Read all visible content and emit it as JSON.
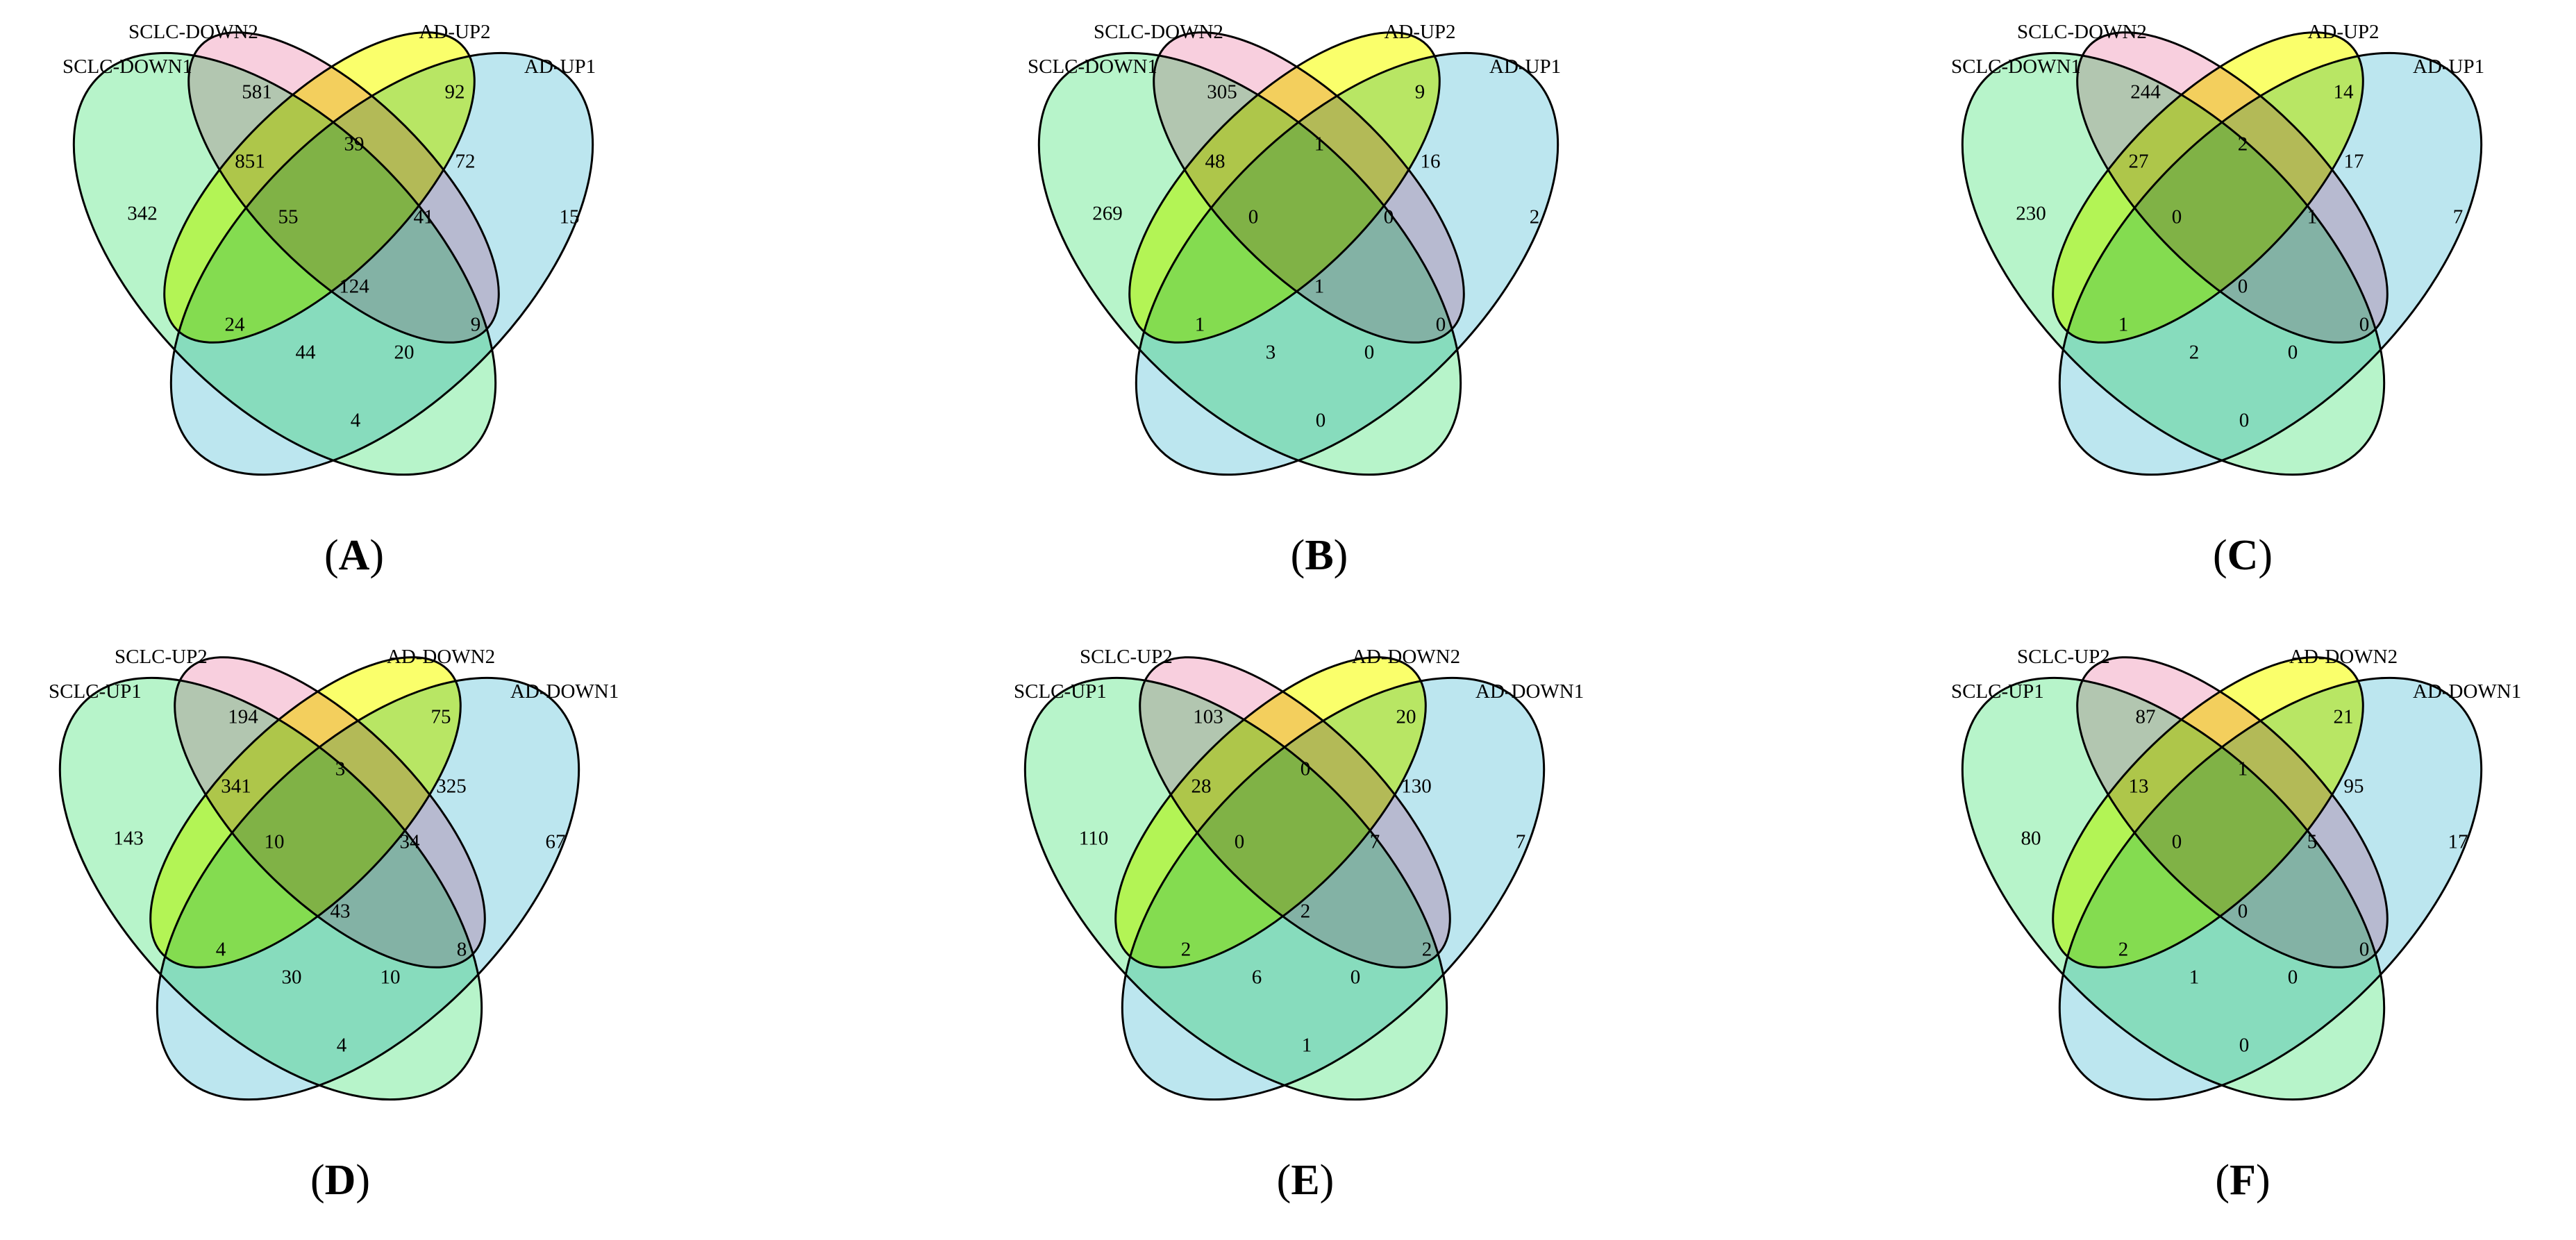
{
  "colors": {
    "set1": "#9ff0b8",
    "set2": "#f6bfd3",
    "set3": "#f8ff3a",
    "set4": "#a5dde9",
    "stroke": "#000000"
  },
  "panels": [
    {
      "label": "A",
      "sets": [
        "SCLC-DOWN1",
        "SCLC-DOWN2",
        "AD-UP2",
        "AD-UP1"
      ],
      "regions": {
        "r1": "342",
        "r2": "581",
        "r3": "92",
        "r4": "15",
        "r12": "851",
        "r23": "39",
        "r34": "72",
        "r123": "55",
        "r234": "41",
        "r1234": "124",
        "r13": "24",
        "r24": "9",
        "r134": "44",
        "r124": "20",
        "r14": "4"
      }
    },
    {
      "label": "B",
      "sets": [
        "SCLC-DOWN1",
        "SCLC-DOWN2",
        "AD-UP2",
        "AD-UP1"
      ],
      "regions": {
        "r1": "269",
        "r2": "305",
        "r3": "9",
        "r4": "2",
        "r12": "48",
        "r23": "1",
        "r34": "16",
        "r123": "0",
        "r234": "0",
        "r1234": "1",
        "r13": "1",
        "r24": "0",
        "r134": "3",
        "r124": "0",
        "r14": "0"
      }
    },
    {
      "label": "C",
      "sets": [
        "SCLC-DOWN1",
        "SCLC-DOWN2",
        "AD-UP2",
        "AD-UP1"
      ],
      "regions": {
        "r1": "230",
        "r2": "244",
        "r3": "14",
        "r4": "7",
        "r12": "27",
        "r23": "2",
        "r34": "17",
        "r123": "0",
        "r234": "1",
        "r1234": "0",
        "r13": "1",
        "r24": "0",
        "r134": "2",
        "r124": "0",
        "r14": "0"
      }
    },
    {
      "label": "D",
      "sets": [
        "SCLC-UP1",
        "SCLC-UP2",
        "AD-DOWN2",
        "AD-DOWN1"
      ],
      "regions": {
        "r1": "143",
        "r2": "194",
        "r3": "75",
        "r4": "67",
        "r12": "341",
        "r23": "3",
        "r34": "325",
        "r123": "10",
        "r234": "34",
        "r1234": "43",
        "r13": "4",
        "r24": "8",
        "r134": "30",
        "r124": "10",
        "r14": "4"
      }
    },
    {
      "label": "E",
      "sets": [
        "SCLC-UP1",
        "SCLC-UP2",
        "AD-DOWN2",
        "AD-DOWN1"
      ],
      "regions": {
        "r1": "110",
        "r2": "103",
        "r3": "20",
        "r4": "7",
        "r12": "28",
        "r23": "0",
        "r34": "130",
        "r123": "0",
        "r234": "7",
        "r1234": "2",
        "r13": "2",
        "r24": "2",
        "r134": "6",
        "r124": "0",
        "r14": "1"
      }
    },
    {
      "label": "F",
      "sets": [
        "SCLC-UP1",
        "SCLC-UP2",
        "AD-DOWN2",
        "AD-DOWN1"
      ],
      "regions": {
        "r1": "80",
        "r2": "87",
        "r3": "21",
        "r4": "17",
        "r12": "13",
        "r23": "1",
        "r34": "95",
        "r123": "0",
        "r234": "5",
        "r1234": "0",
        "r13": "2",
        "r24": "0",
        "r134": "1",
        "r124": "0",
        "r14": "0"
      }
    }
  ]
}
